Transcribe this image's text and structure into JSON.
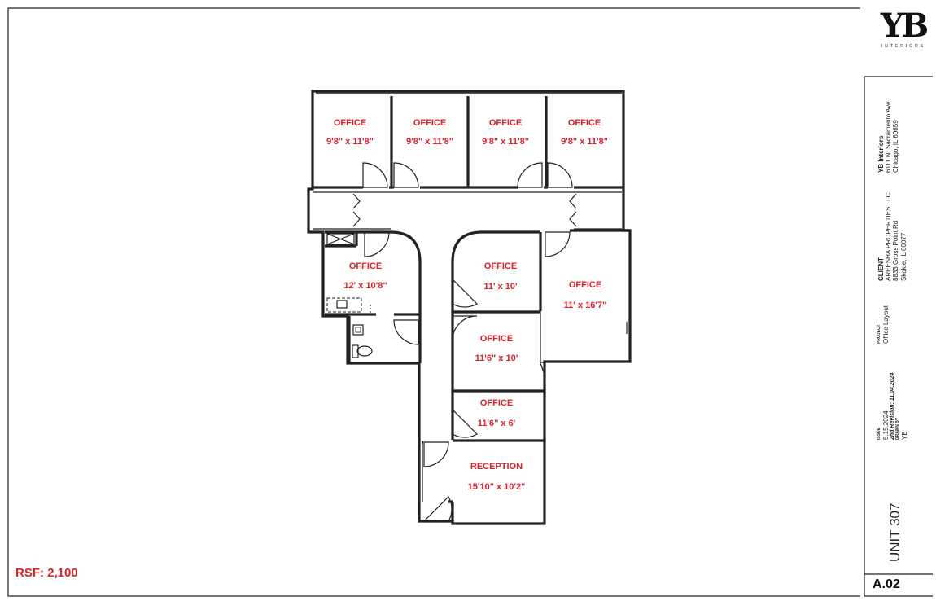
{
  "rsf": "RSF: 2,100",
  "rooms": [
    {
      "name": "OFFICE",
      "size": "9'8\" x 11'8\""
    },
    {
      "name": "OFFICE",
      "size": "9'8\" x 11'8\""
    },
    {
      "name": "OFFICE",
      "size": "9'8\" x 11'8\""
    },
    {
      "name": "OFFICE",
      "size": "9'8\" x 11'8\""
    },
    {
      "name": "OFFICE",
      "size": "12' x 10'8\""
    },
    {
      "name": "OFFICE",
      "size": "11' x 10'"
    },
    {
      "name": "OFFICE",
      "size": "11' x 16'7\""
    },
    {
      "name": "OFFICE",
      "size": "11'6\" x 10'"
    },
    {
      "name": "OFFICE",
      "size": "11'6\" x 6'"
    },
    {
      "name": "RECEPTION",
      "size": "15'10\" x 10'2\""
    }
  ],
  "title_block": {
    "logo_text": "YB",
    "logo_sub": "INTERIORS",
    "firm_name": "YB Interiors",
    "firm_address1": "6111 N. Sacramento Ave.",
    "firm_address2": "Chicago, IL 60659",
    "client_label": "CLIENT",
    "client_name": "AREESHA PROPERTIES LLC",
    "client_address1": "8833 Gross Point Rd",
    "client_address2": "Skokie, IL 60077",
    "project_label": "PROJECT",
    "project_name": "Office Layout",
    "issue_label": "ISSUE",
    "issue_date": "5.15.2024",
    "revision": "2nd Revision: 11.04.2024",
    "drawn_by_label": "DRAWN BY",
    "drawn_by": "YB",
    "unit": "UNIT 307",
    "sheet": "A.02"
  }
}
